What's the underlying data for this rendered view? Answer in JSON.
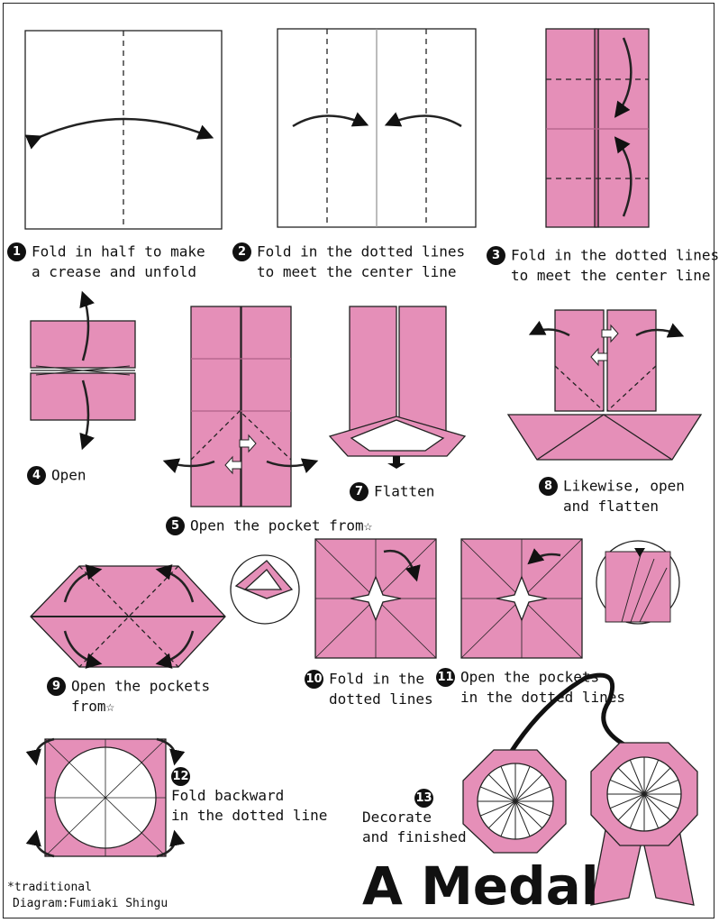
{
  "title": "A Medal",
  "credit": {
    "line1": "*traditional",
    "line2": "Diagram:Fumiaki Shingu"
  },
  "colors": {
    "paper": "#e58fb8",
    "paper_dark": "#c96a97",
    "line": "#222222",
    "background": "#ffffff"
  },
  "steps": [
    {
      "number": "1",
      "line1": "Fold in half to make",
      "line2": "a crease and unfold"
    },
    {
      "number": "2",
      "line1": "Fold in the dotted lines",
      "line2": "to meet the center line"
    },
    {
      "number": "3",
      "line1": "Fold in the dotted lines",
      "line2": "to meet the center line"
    },
    {
      "number": "4",
      "line1": "Open",
      "line2": ""
    },
    {
      "number": "5",
      "line1": "Open the pocket from☆",
      "line2": ""
    },
    {
      "number": "7",
      "line1": "Flatten",
      "line2": ""
    },
    {
      "number": "8",
      "line1": "Likewise, open",
      "line2": "and flatten"
    },
    {
      "number": "9",
      "line1": "Open the pockets",
      "line2": "from☆"
    },
    {
      "number": "10",
      "line1": "Fold in the",
      "line2": "dotted lines"
    },
    {
      "number": "11",
      "line1": "Open the pockets",
      "line2": "in the dotted lines"
    },
    {
      "number": "12",
      "line1": "Fold backward",
      "line2": "in the dotted line"
    },
    {
      "number": "13",
      "line1": "Decorate",
      "line2": "and finished"
    }
  ]
}
